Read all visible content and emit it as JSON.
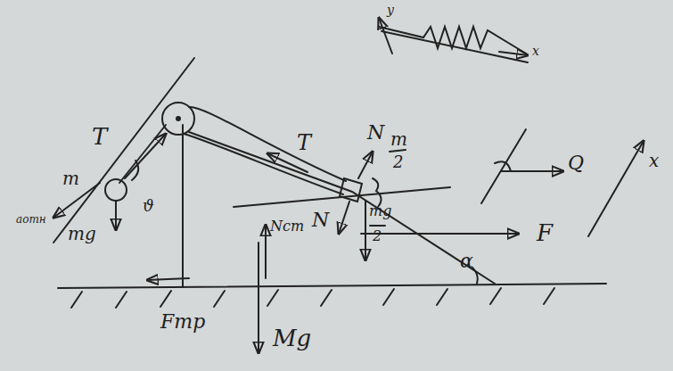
{
  "diagram": {
    "labels": [
      "T",
      "m",
      "aотн",
      "mg",
      "ϑ",
      "T",
      "N",
      "m",
      "2",
      "N",
      "Ncm",
      "mg",
      "2",
      "F",
      "α",
      "Q",
      "y",
      "x",
      "x",
      "Fтр",
      "Mg"
    ]
  }
}
